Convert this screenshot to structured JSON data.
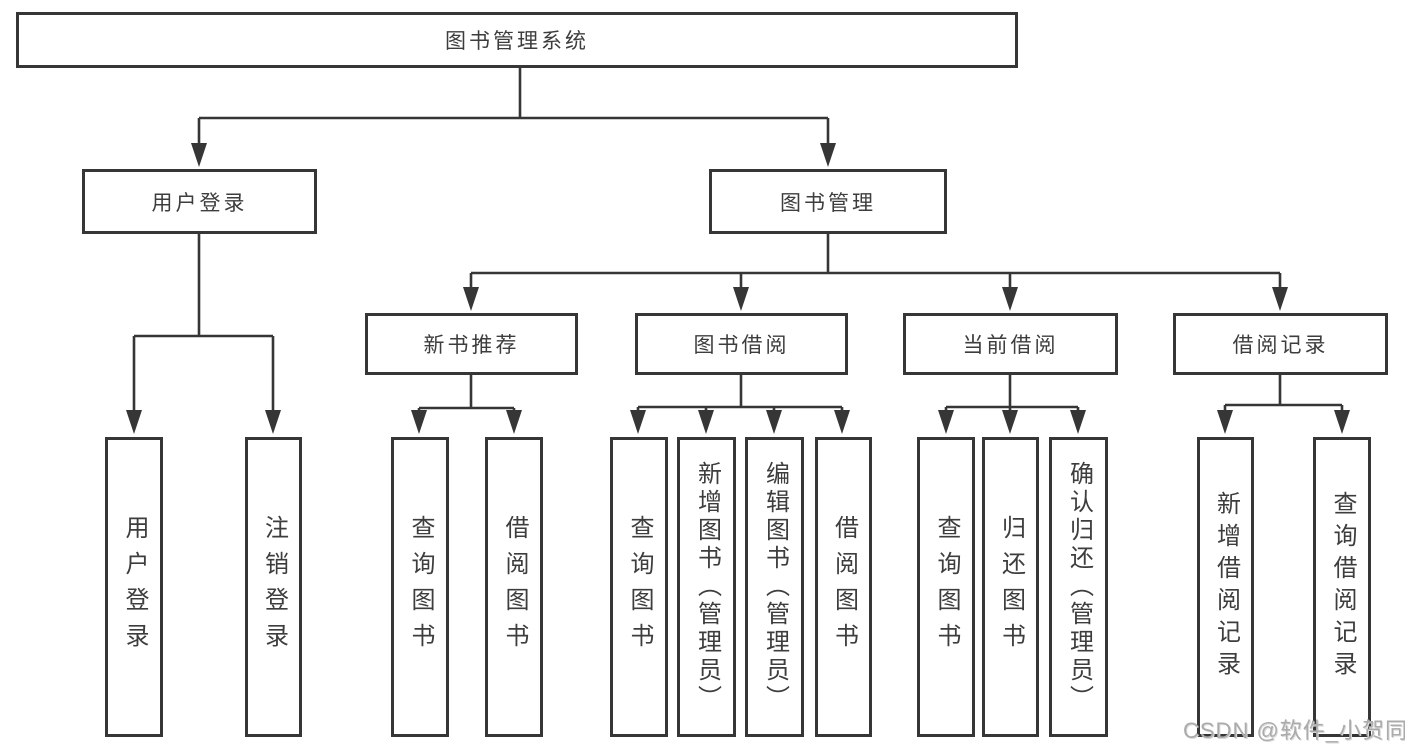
{
  "diagram": {
    "root": {
      "label": "图书管理系统"
    },
    "level2": [
      {
        "label": "用户登录"
      },
      {
        "label": "图书管理"
      }
    ],
    "level3": [
      {
        "label": "新书推荐"
      },
      {
        "label": "图书借阅"
      },
      {
        "label": "当前借阅"
      },
      {
        "label": "借阅记录"
      }
    ],
    "leaves": [
      {
        "label": "用户登录"
      },
      {
        "label": "注销登录"
      },
      {
        "label": "查询图书"
      },
      {
        "label": "借阅图书"
      },
      {
        "label": "查询图书"
      },
      {
        "label": "新增图书（管理员）"
      },
      {
        "label": "编辑图书（管理员）"
      },
      {
        "label": "借阅图书"
      },
      {
        "label": "查询图书"
      },
      {
        "label": "归还图书"
      },
      {
        "label": "确认归还（管理员）"
      },
      {
        "label": "新增借阅记录"
      },
      {
        "label": "查询借阅记录"
      }
    ],
    "line_color": "#363636"
  },
  "watermark": {
    "text": "CSDN @软件_小贺同学"
  }
}
